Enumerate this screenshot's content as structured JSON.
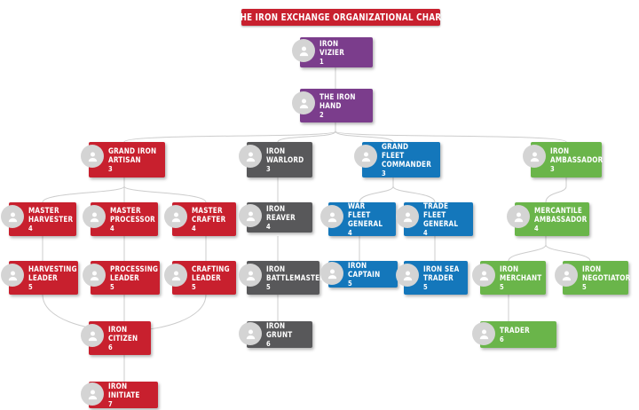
{
  "page": {
    "title": "The Iron Exchange Organizational Chart",
    "background": "#ffffff",
    "link_color": "#cccccc"
  },
  "palette": {
    "red": "#c8202e",
    "purple": "#7b3d8c",
    "gray": "#58585a",
    "blue": "#1477bb",
    "green": "#6ab54a",
    "avatar": "#d4d4d4",
    "text": "#ffffff"
  },
  "chart_data": {
    "type": "diagram",
    "title": "The Iron Exchange Organizational Chart",
    "orientation": "top-down",
    "levels": [
      1,
      2,
      3,
      4,
      5,
      6,
      7
    ],
    "nodes": [
      {
        "id": "iron-vizier",
        "label": "Iron Vizier",
        "level": "1",
        "color": "purple",
        "parent": null
      },
      {
        "id": "the-iron-hand",
        "label": "The Iron\nHand",
        "level": "2",
        "color": "purple",
        "parent": "iron-vizier"
      },
      {
        "id": "grand-iron-artisan",
        "label": "Grand Iron\nArtisan",
        "level": "3",
        "color": "red",
        "parent": "the-iron-hand"
      },
      {
        "id": "iron-warlord",
        "label": "Iron\nWarlord",
        "level": "3",
        "color": "gray",
        "parent": "the-iron-hand"
      },
      {
        "id": "grand-fleet-commander",
        "label": "Grand Fleet\nCommander",
        "level": "3",
        "color": "blue",
        "parent": "the-iron-hand"
      },
      {
        "id": "iron-ambassador",
        "label": "Iron\nAmbassador",
        "level": "3",
        "color": "green",
        "parent": "the-iron-hand"
      },
      {
        "id": "master-harvester",
        "label": "Master\nHarvester",
        "level": "4",
        "color": "red",
        "parent": "grand-iron-artisan"
      },
      {
        "id": "master-processor",
        "label": "Master\nProcessor",
        "level": "4",
        "color": "red",
        "parent": "grand-iron-artisan"
      },
      {
        "id": "master-crafter",
        "label": "Master\nCrafter",
        "level": "4",
        "color": "red",
        "parent": "grand-iron-artisan"
      },
      {
        "id": "iron-reaver",
        "label": "Iron Reaver",
        "level": "4",
        "color": "gray",
        "parent": "iron-warlord"
      },
      {
        "id": "war-fleet-general",
        "label": "War Fleet\nGeneral",
        "level": "4",
        "color": "blue",
        "parent": "grand-fleet-commander"
      },
      {
        "id": "trade-fleet-general",
        "label": "Trade Fleet\nGeneral",
        "level": "4",
        "color": "blue",
        "parent": "grand-fleet-commander"
      },
      {
        "id": "mercantile-ambassador",
        "label": "Mercantile\nAmbassador",
        "level": "4",
        "color": "green",
        "parent": "iron-ambassador"
      },
      {
        "id": "harvesting-leader",
        "label": "Harvesting\nLeader",
        "level": "5",
        "color": "red",
        "parent": "master-harvester"
      },
      {
        "id": "processing-leader",
        "label": "Processing\nLeader",
        "level": "5",
        "color": "red",
        "parent": "master-processor"
      },
      {
        "id": "crafting-leader",
        "label": "Crafting\nLeader",
        "level": "5",
        "color": "red",
        "parent": "master-crafter"
      },
      {
        "id": "iron-battlemaster",
        "label": "Iron\nBattlemaster",
        "level": "5",
        "color": "gray",
        "parent": "iron-reaver"
      },
      {
        "id": "iron-captain",
        "label": "Iron Captain",
        "level": "5",
        "color": "blue",
        "parent": "war-fleet-general"
      },
      {
        "id": "iron-sea-trader",
        "label": "Iron Sea\nTrader",
        "level": "5",
        "color": "blue",
        "parent": "trade-fleet-general"
      },
      {
        "id": "iron-merchant",
        "label": "Iron\nMerchant",
        "level": "5",
        "color": "green",
        "parent": "mercantile-ambassador"
      },
      {
        "id": "iron-negotiator",
        "label": "Iron\nNegotiator",
        "level": "5",
        "color": "green",
        "parent": "mercantile-ambassador"
      },
      {
        "id": "iron-citizen",
        "label": "Iron\nCitizen",
        "level": "6",
        "color": "red",
        "parent": "processing-leader"
      },
      {
        "id": "iron-grunt",
        "label": "Iron Grunt",
        "level": "6",
        "color": "gray",
        "parent": "iron-battlemaster"
      },
      {
        "id": "trader",
        "label": "Trader",
        "level": "6",
        "color": "green",
        "parent": "iron-merchant"
      },
      {
        "id": "iron-initiate",
        "label": "Iron Initiate",
        "level": "7",
        "color": "red",
        "parent": "iron-citizen"
      }
    ]
  }
}
